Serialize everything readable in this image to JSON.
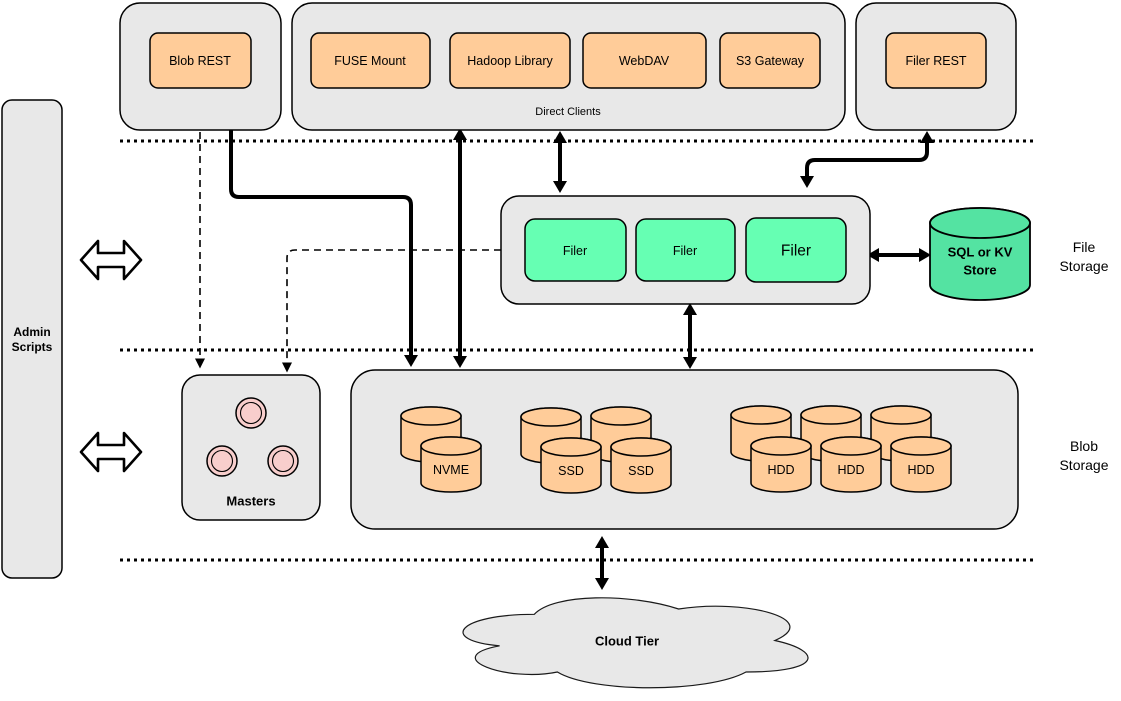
{
  "colors": {
    "container_fill": "#e8e8e8",
    "box_orange": "#ffcc99",
    "box_green": "#66ffb3",
    "cyl_green": "#54e3a2",
    "circle_pink": "#f8cecc"
  },
  "admin": {
    "line1": "Admin",
    "line2": "Scripts"
  },
  "top_row": {
    "blob_rest": "Blob REST",
    "direct_clients": {
      "label": "Direct Clients",
      "clients": [
        "FUSE Mount",
        "Hadoop Library",
        "WebDAV",
        "S3 Gateway"
      ]
    },
    "filer_rest": "Filer REST"
  },
  "file_storage": {
    "filers": [
      "Filer",
      "Filer",
      "Filer"
    ],
    "store": {
      "line1": "SQL or KV",
      "line2": "Store"
    },
    "tier_label": {
      "line1": "File",
      "line2": "Storage"
    }
  },
  "masters": {
    "label": "Masters"
  },
  "blob_storage": {
    "nvme": "NVME",
    "ssd": [
      "SSD",
      "SSD"
    ],
    "hdd": [
      "HDD",
      "HDD",
      "HDD"
    ],
    "tier_label": {
      "line1": "Blob",
      "line2": "Storage"
    }
  },
  "cloud": {
    "label": "Cloud Tier"
  }
}
